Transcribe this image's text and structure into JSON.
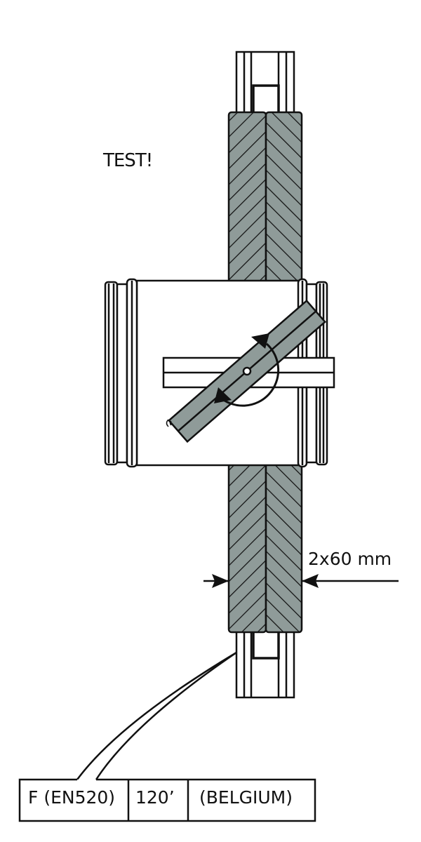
{
  "annotation": "TEST!",
  "dimension_label": "2x60 mm",
  "classification_table": [
    "F (EN520)",
    "120’",
    "(BELGIUM)"
  ],
  "colors": {
    "insulation": "#8f9b99",
    "stroke": "#111111",
    "background": "#ffffff"
  }
}
